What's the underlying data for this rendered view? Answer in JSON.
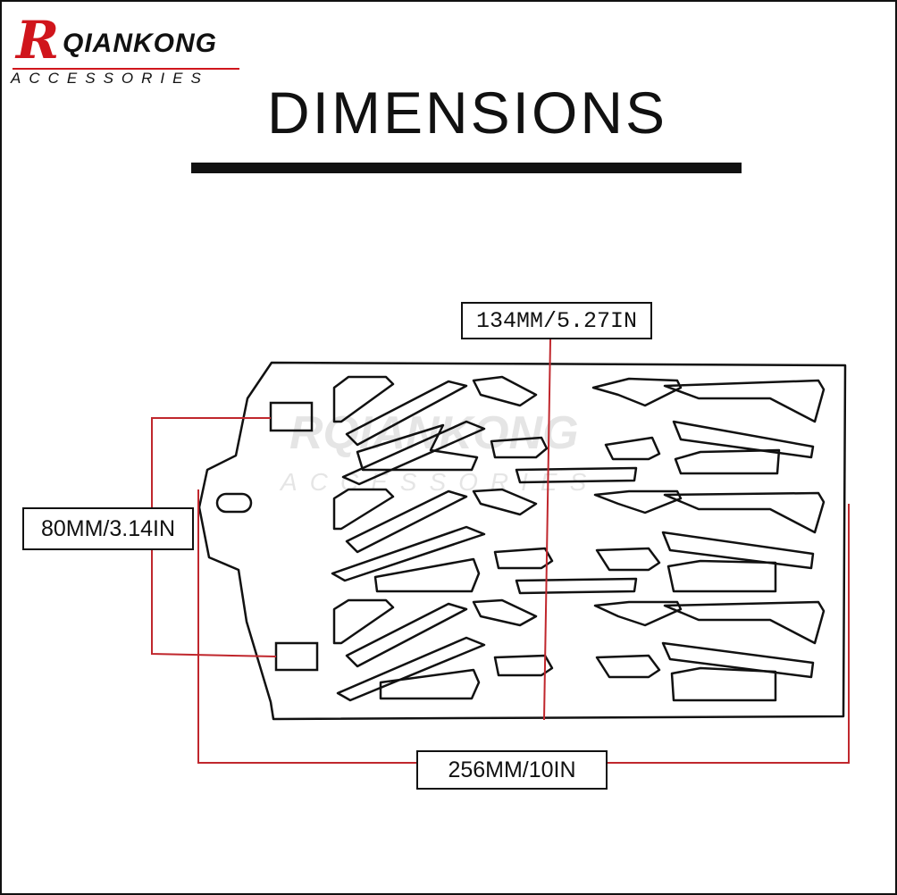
{
  "brand": {
    "logo_letter": "R",
    "logo_word": "QIANKONG",
    "logo_tagline": "ACCESSORIES",
    "accent_color": "#d0151c",
    "ink_color": "#111111",
    "dimension_line_color": "#c0272d"
  },
  "title": "DIMENSIONS",
  "watermark": {
    "name": "RQIANKONG",
    "tagline": "ACCESSORIES"
  },
  "dimensions": {
    "height": "134MM/5.27IN",
    "side": "80MM/3.14IN",
    "width": "256MM/10IN"
  }
}
